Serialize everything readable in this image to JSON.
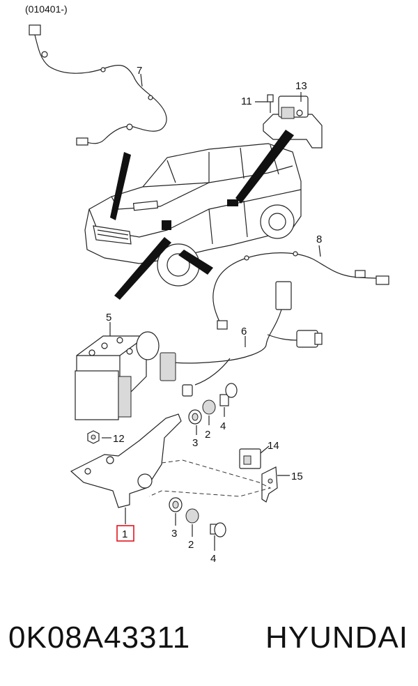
{
  "header": {
    "date_code": "(010401-)"
  },
  "callouts": [
    "1",
    "2",
    "3",
    "4",
    "5",
    "6",
    "7",
    "8",
    "11",
    "12",
    "13",
    "14",
    "15"
  ],
  "callouts_repeat": {
    "c2b": "2",
    "c3b": "3",
    "c4b": "4"
  },
  "highlight_color": "#e0141e",
  "footer": {
    "part_number": "0K08A43311",
    "brand": "HYUNDAI"
  }
}
